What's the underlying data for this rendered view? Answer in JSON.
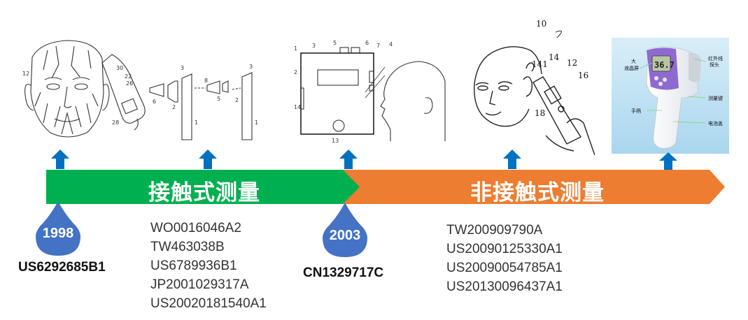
{
  "phases": {
    "contact": {
      "label": "接触式测量",
      "color": "#00b050"
    },
    "noncontact": {
      "label": "非接触式测量",
      "color": "#ed7d31"
    }
  },
  "milestones": [
    {
      "year": "1998",
      "patent": "US6292685B1"
    },
    {
      "year": "2003",
      "patent": "CN1329717C"
    }
  ],
  "contact_patents": [
    "WO0016046A2",
    "TW463038B",
    "US6789936B1",
    "JP2001029317A",
    "US20020181540A1"
  ],
  "noncontact_patents": [
    "TW200909790A",
    "US20090125330A1",
    "US20090054785A1",
    "US20130096437A1"
  ],
  "figures": {
    "fig4_labels": {
      "ref10": "10",
      "ref14": "14",
      "ref141": "141",
      "ref12": "12",
      "ref16": "16",
      "ref18": "18"
    },
    "fig5_labels": {
      "big": "大",
      "lcd": "液晶屏",
      "ir": "红外线",
      "probe": "探头",
      "button": "测量键",
      "handle": "手柄",
      "battery": "电池盖"
    }
  },
  "colors": {
    "arrow": "#0070c0",
    "drop": "#4472c4"
  }
}
